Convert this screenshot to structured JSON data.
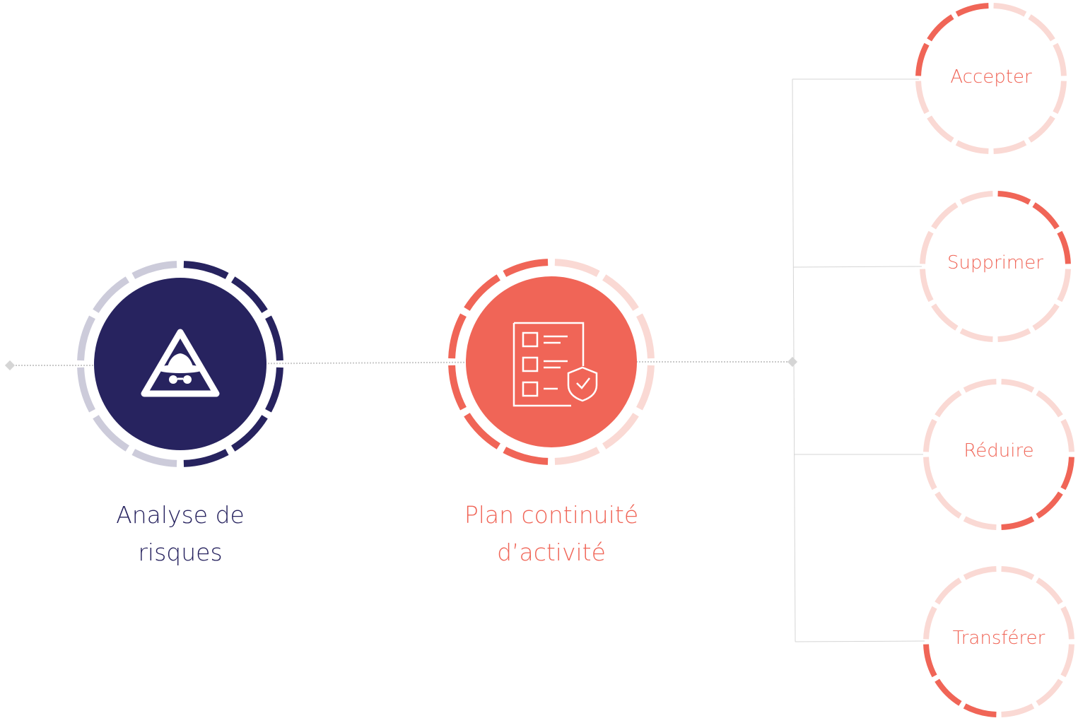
{
  "colors": {
    "navy": "#27235f",
    "navy_light": "#cccbda",
    "coral": "#f06557",
    "coral_light": "#fad9d4",
    "connector": "#c9c9c9"
  },
  "nodes": {
    "analysis": {
      "icon": "spy-warning-icon",
      "label_line1": "Analyse de",
      "label_line2": "risques",
      "ring_filled_segments": [
        0,
        1,
        2,
        3,
        4,
        5
      ]
    },
    "continuity": {
      "icon": "checklist-shield-icon",
      "label_line1": "Plan continuité",
      "label_line2": "d’activité",
      "ring_filled_segments": [
        6,
        7,
        8,
        9,
        10,
        11
      ]
    }
  },
  "outcomes": [
    {
      "label": "Accepter",
      "ring_filled_segments": [
        9,
        10,
        11
      ]
    },
    {
      "label": "Supprimer",
      "ring_filled_segments": [
        0,
        1,
        2
      ]
    },
    {
      "label": "Réduire",
      "ring_filled_segments": [
        3,
        4,
        5
      ]
    },
    {
      "label": "Transférer",
      "ring_filled_segments": [
        6,
        7,
        8
      ]
    }
  ]
}
